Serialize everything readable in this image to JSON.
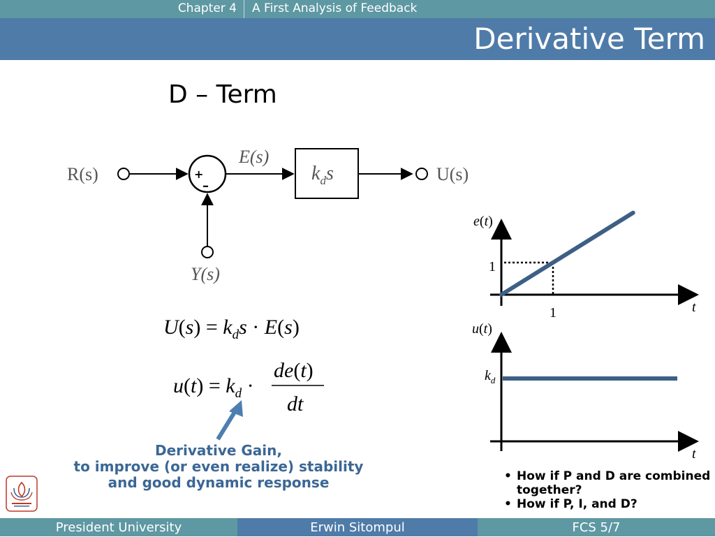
{
  "header": {
    "chapter": "Chapter 4",
    "chapter_title": "A First Analysis of Feedback",
    "slide_title": "Derivative Term"
  },
  "section_heading": "D – Term",
  "block_diagram": {
    "input": "R(s)",
    "error": "E(s)",
    "block": "k_d s",
    "output": "U(s)",
    "feedback": "Y(s)",
    "sum_plus": "+",
    "sum_minus": "–"
  },
  "equations": {
    "laplace": "U(s) = k_d s · E(s)",
    "time": "u(t) = k_d · de(t)/dt"
  },
  "annotation": {
    "line1": "Derivative Gain,",
    "line2": "to improve (or even realize) stability",
    "line3": "and good dynamic response"
  },
  "plots": {
    "top": {
      "ylabel": "e(t)",
      "xlabel": "t",
      "y_tick": "1",
      "x_tick": "1"
    },
    "bottom": {
      "ylabel": "u(t)",
      "xlabel": "t",
      "level_label": "k_d"
    }
  },
  "chart_data": [
    {
      "type": "line",
      "x": [
        0,
        1,
        2
      ],
      "y": [
        0,
        1,
        2
      ],
      "xlabel": "t",
      "ylabel": "e(t)"
    },
    {
      "type": "line",
      "x": [
        0,
        2
      ],
      "y": [
        1,
        1
      ],
      "xlabel": "t",
      "ylabel": "u(t)"
    }
  ],
  "questions": [
    "How if P and D are combined together?",
    "How if P, I, and D?"
  ],
  "footer": {
    "left": "President University",
    "center": "Erwin Sitompul",
    "right": "FCS 5/7"
  },
  "colors": {
    "teal_bar": "#5e98a2",
    "blue_bar": "#4f7ba8",
    "plot_line": "#3d5f86",
    "annotation": "#3b6795"
  }
}
